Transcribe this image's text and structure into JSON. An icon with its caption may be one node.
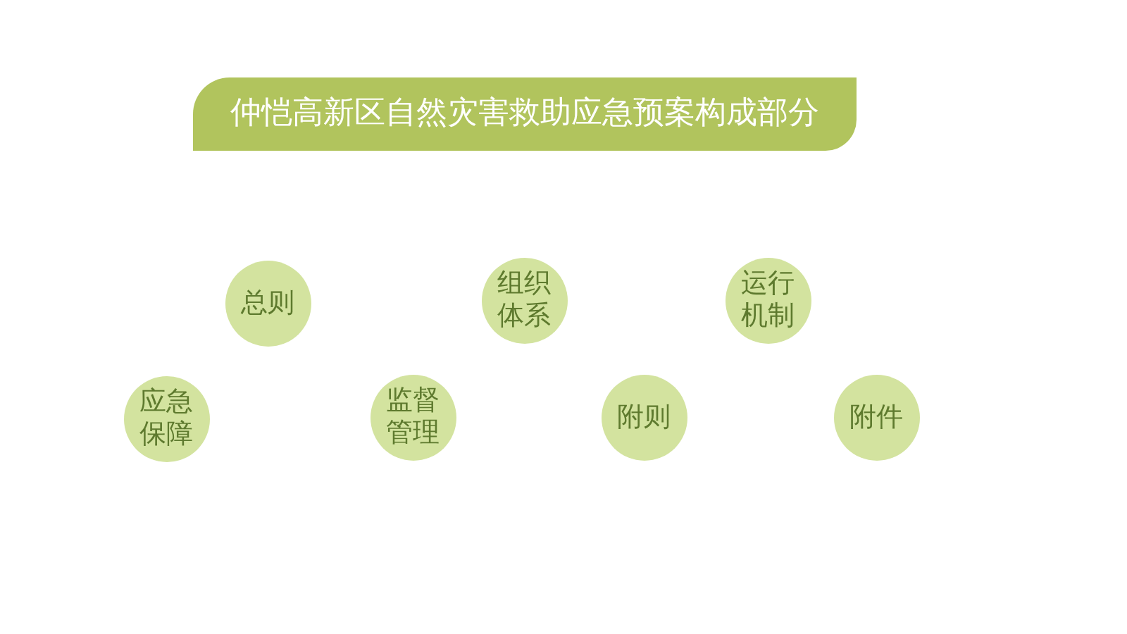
{
  "diagram": {
    "title": "仲恺高新区自然灾害救助应急预案构成部分",
    "nodes": [
      {
        "text": [
          "总则"
        ]
      },
      {
        "text": [
          "组织体系"
        ]
      },
      {
        "text": [
          "运行机制"
        ]
      },
      {
        "text": [
          "应急保障"
        ]
      },
      {
        "text": [
          "监督管理"
        ]
      },
      {
        "text": [
          "附则"
        ]
      },
      {
        "text": [
          "附件"
        ]
      }
    ]
  }
}
